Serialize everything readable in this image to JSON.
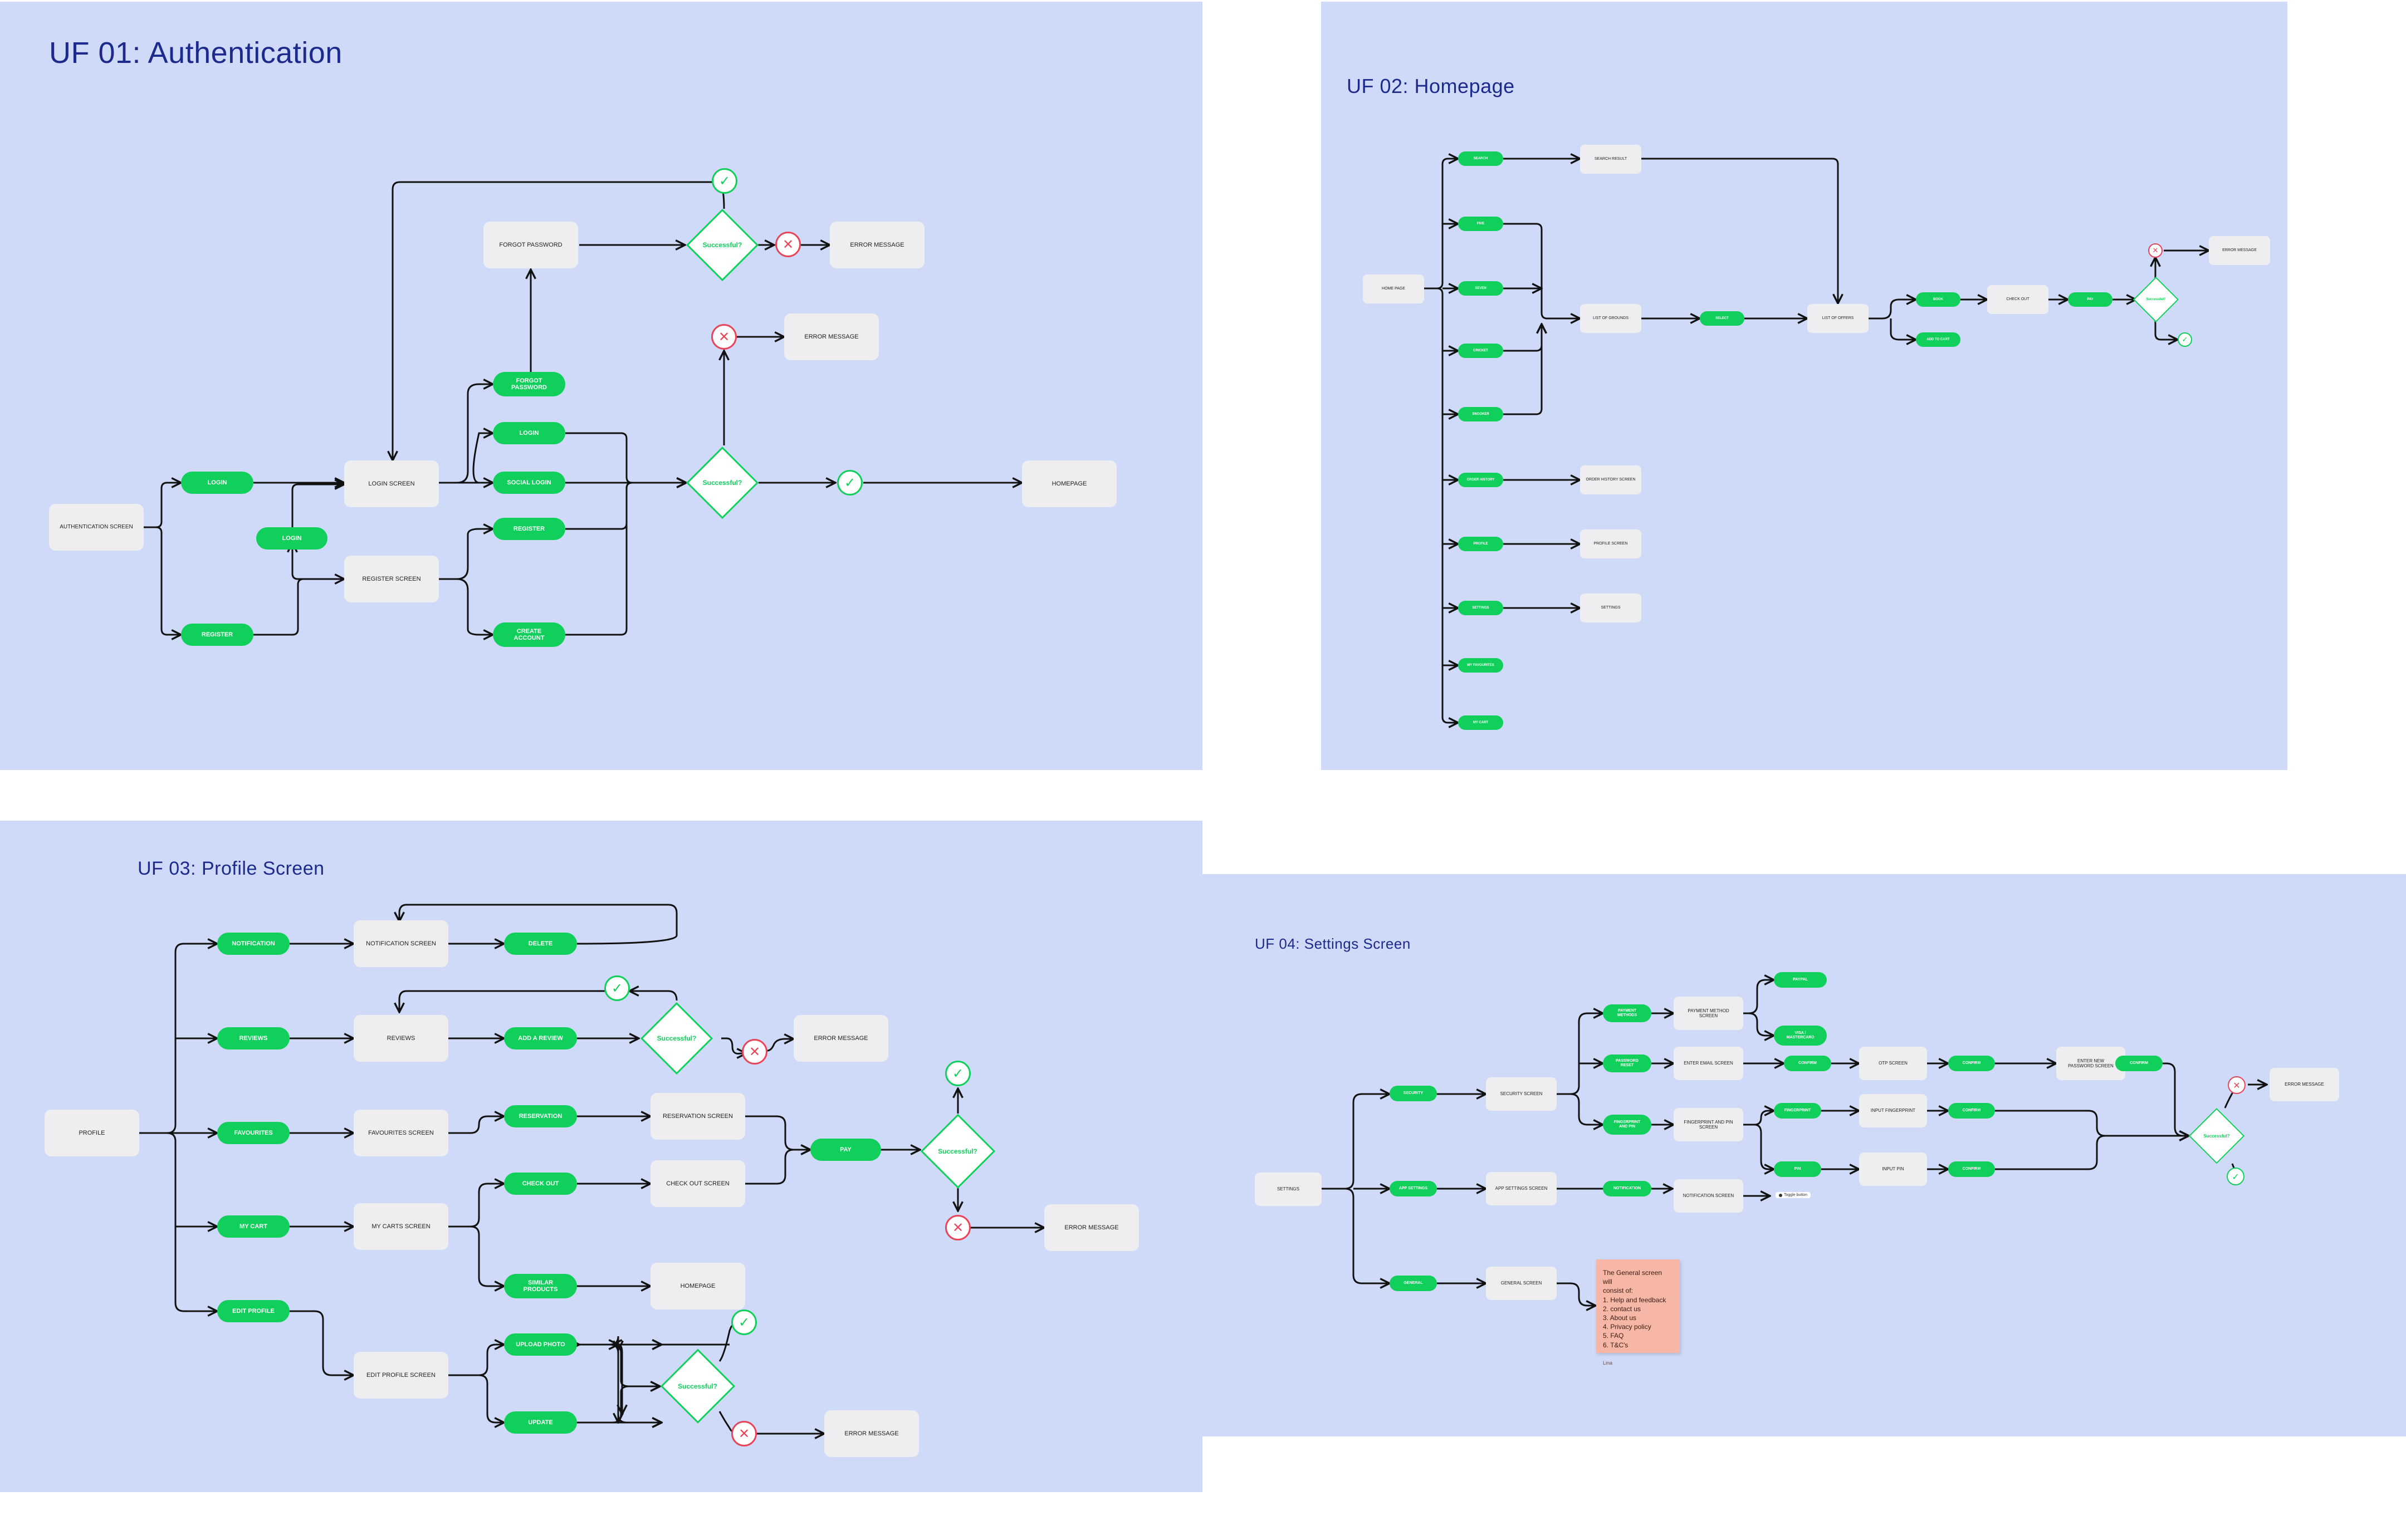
{
  "colors": {
    "panel": "#cfdaf8",
    "title": "#1b2a8c",
    "green": "#10cf5b",
    "red": "#e8445a",
    "node": "#eeeef0",
    "sticky": "#f6b7a6"
  },
  "panels": [
    {
      "title": "UF 01: Authentication"
    },
    {
      "title": "UF 02: Homepage"
    },
    {
      "title": "UF 03: Profile Screen"
    },
    {
      "title": "UF 04: Settings Screen"
    }
  ],
  "nodes": {
    "n_auth": "AUTHENTICATION SCREEN",
    "n_login_screen": "LOGIN SCREEN",
    "n_register_screen": "REGISTER SCREEN",
    "n_forgot_pw": "FORGOT PASSWORD",
    "n_err1": "ERROR MESSAGE",
    "n_err2": "ERROR MESSAGE",
    "n_homepage1": "HOMEPAGE",
    "n_home_page": "HOME PAGE",
    "n_search_result": "SEARCH RESULT",
    "n_list_grounds": "LIST OF GROUNDS",
    "n_list_offers": "LIST OF OFFERS",
    "n_checkout2": "CHECK OUT",
    "n_err3": "ERROR MESSAGE",
    "n_order_history": "ORDER HISTORY SCREEN",
    "n_profile_screen": "PROFILE SCREEN",
    "n_settings2": "SETTINGS",
    "n_profile": "PROFILE",
    "n_notif_screen": "NOTIFICATION SCREEN",
    "n_reviews": "REVIEWS",
    "n_fav_screen": "FAVOURITES SCREEN",
    "n_reserv_screen": "RESERVATION SCREEN",
    "n_checkout_screen": "CHECK OUT SCREEN",
    "n_carts_screen": "MY CARTS SCREEN",
    "n_homepage3": "HOMEPAGE",
    "n_edit_profile_screen": "EDIT PROFILE SCREEN",
    "n_err4": "ERROR MESSAGE",
    "n_err5": "ERROR MESSAGE",
    "n_err6": "ERROR MESSAGE",
    "n_settings": "SETTINGS",
    "n_security_screen": "SECURITY SCREEN",
    "n_app_settings_screen": "APP SETTINGS SCREEN",
    "n_general_screen": "GENERAL SCREEN",
    "n_payment_method_screen": "PAYMENT METHOD SCREEN",
    "n_enter_email": "ENTER EMAIL SCREEN",
    "n_fingerprint_screen": "FINGERPRINT AND PIN SCREEN",
    "n_otp": "OTP SCREEN",
    "n_enter_new_pw": "ENTER NEW PASSWORD SCREEN",
    "n_input_fp": "INPUT FINGERPRINT",
    "n_input_pin": "INPUT PIN",
    "n_notification_screen4": "NOTIFICATION SCREEN",
    "n_err7": "ERROR MESSAGE"
  },
  "pills": {
    "p_login": "LOGIN",
    "p_register": "REGISTER",
    "p_login2": "LOGIN",
    "p_forgot": "FORGOT PASSWORD",
    "p_login3": "LOGIN",
    "p_social": "SOCIAL LOGIN",
    "p_register3": "REGISTER",
    "p_create": "CREATE ACCOUNT",
    "p_search": "SEARCH",
    "p_p2": "FIVE",
    "p_p3": "SEVEN",
    "p_p4": "CRICKET",
    "p_p5": "SNOOKER",
    "p_p6": "ORDER HISTORY",
    "p_p7": "PROFILE",
    "p_p8": "SETTINGS",
    "p_p9": "MY FAVOURITES",
    "p_p10": "MY CART",
    "p_p11": "SELECT",
    "p_p12": "BOOK",
    "p_p13": "ADD TO CART",
    "p_p14": "PAY",
    "p_notification": "NOTIFICATION",
    "p_reviews": "REVIEWS",
    "p_favourites": "FAVOURITES",
    "p_mycart": "MY CART",
    "p_editprofile": "EDIT PROFILE",
    "p_delete": "DELETE",
    "p_add_review": "ADD A REVIEW",
    "p_reservation": "RESERVATION",
    "p_checkout": "CHECK OUT",
    "p_similar": "SIMILAR PRODUCTS",
    "p_pay": "PAY",
    "p_upload": "UPLOAD PHOTO",
    "p_update": "UPDATE",
    "p_security": "SECURITY",
    "p_app_settings": "APP SETTINGS",
    "p_general": "GENERAL",
    "p_payment_methods": "PAYMENT METHODS",
    "p_password_reset": "PASSWORD RESET",
    "p_fingerprint_pin": "FINGERPRINT AND PIN",
    "p_paypal": "PAYPAL",
    "p_visa": "VISA / MASTERCARD",
    "p_confirm1": "CONFIRM",
    "p_confirm2": "CONFIRM",
    "p_confirm3": "CONFIRM",
    "p_fingerprint": "FINGERPRINT",
    "p_pin": "PIN",
    "p_confirm4": "CONFIRM",
    "p_confirm5": "CONFIRM",
    "p_notification4": "NOTIFICATION"
  },
  "decisions": {
    "label": "Successful?"
  },
  "sticky": {
    "lines": [
      "The General screen will",
      "consist of:",
      "1. Help and feedback",
      "2. contact us",
      "3. About us",
      "4. Privacy policy",
      "5. FAQ",
      "6. T&C's"
    ],
    "foot": "Lina"
  },
  "minitag": "Toggle button",
  "icons": {
    "ok": "check-icon",
    "no": "close-icon"
  }
}
